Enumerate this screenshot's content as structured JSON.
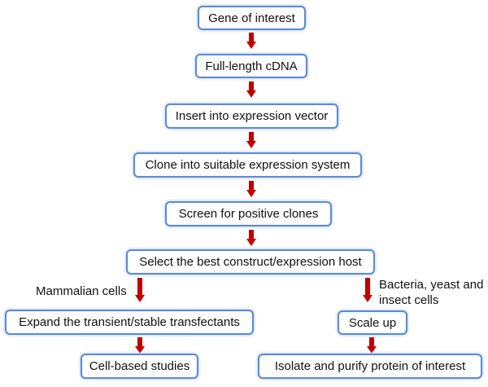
{
  "steps": {
    "gene": "Gene of interest",
    "cdna": "Full-length cDNA",
    "vector": "Insert into expression vector",
    "clone": "Clone into suitable expression system",
    "screen": "Screen for positive clones",
    "select": "Select the best construct/expression host",
    "expand": "Expand the transient/stable transfectants",
    "cell_studies": "Cell-based studies",
    "scale_up": "Scale up",
    "purify": "Isolate and purify protein of interest"
  },
  "branches": {
    "left_label": "Mammalian cells",
    "right_label_line1": "Bacteria, yeast and",
    "right_label_line2": "insect cells"
  },
  "colors": {
    "arrow": "#c00000",
    "box_border": "#5b8bd6",
    "box_glow": "#c7d8f2"
  }
}
